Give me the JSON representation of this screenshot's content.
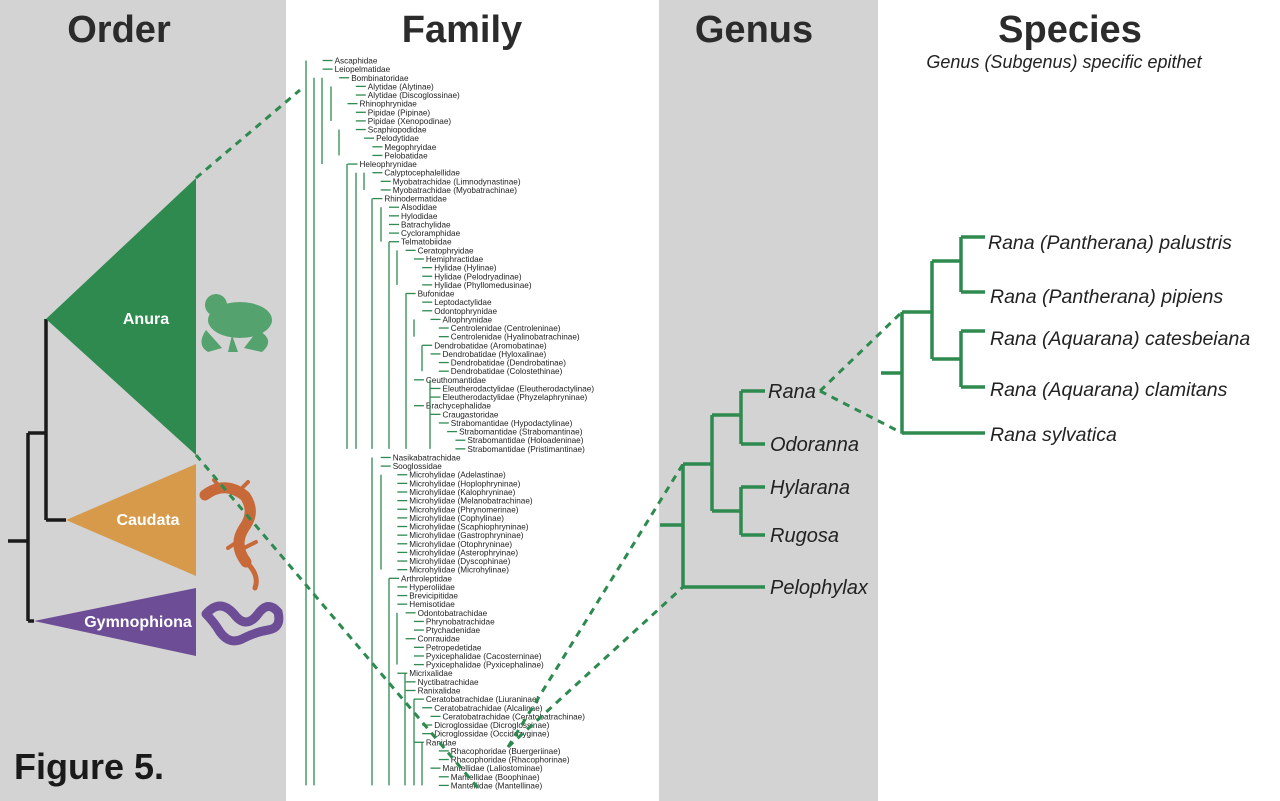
{
  "columns": {
    "order": "Order",
    "family": "Family",
    "genus": "Genus",
    "species": "Species",
    "species_subtitle": "Genus (Subgenus) specific epithet"
  },
  "orders": [
    {
      "name": "Anura",
      "color": "#2e8a4f"
    },
    {
      "name": "Caudata",
      "color": "#d69a4a"
    },
    {
      "name": "Gymnophiona",
      "color": "#6c4d96"
    }
  ],
  "families": [
    "Ascaphidae",
    "Leiopelmatidae",
    "Bombinatoridae",
    "Alytidae (Alytinae)",
    "Alytidae (Discoglossinae)",
    "Rhinophrynidae",
    "Pipidae (Pipinae)",
    "Pipidae (Xenopodinae)",
    "Scaphiopodidae",
    "Pelodytidae",
    "Megophryidae",
    "Pelobatidae",
    "Heleophrynidae",
    "Calyptocephalellidae",
    "Myobatrachidae (Limnodynastinae)",
    "Myobatrachidae (Myobatrachinae)",
    "Rhinodermatidae",
    "Alsodidae",
    "Hylodidae",
    "Batrachylidae",
    "Cycloramphidae",
    "Telmatobiidae",
    "Ceratophryidae",
    "Hemiphractidae",
    "Hylidae (Hylinae)",
    "Hylidae (Pelodryadinae)",
    "Hylidae (Phyllomedusinae)",
    "Bufonidae",
    "Leptodactylidae",
    "Odontophrynidae",
    "Allophrynidae",
    "Centrolenidae (Centroleninae)",
    "Centrolenidae (Hyalinobatrachinae)",
    "Dendrobatidae (Aromobatinae)",
    "Dendrobatidae (Hyloxalinae)",
    "Dendrobatidae (Dendrobatinae)",
    "Dendrobatidae (Colostethinae)",
    "Ceuthomantidae",
    "Eleutherodactylidae (Eleutherodactylinae)",
    "Eleutherodactylidae (Phyzelaphryninae)",
    "Brachycephalidae",
    "Craugastoridae",
    "Strabomantidae (Hypodactylinae)",
    "Strabomantidae (Strabomantinae)",
    "Strabomantidae (Holoadeninae)",
    "Strabomantidae (Pristimantinae)",
    "Nasikabatrachidae",
    "Sooglossidae",
    "Microhylidae (Adelastinae)",
    "Microhylidae (Hoplophryninae)",
    "Microhylidae (Kalophryninae)",
    "Microhylidae (Melanobatrachinae)",
    "Microhylidae (Phrynomerinae)",
    "Microhylidae (Cophylinae)",
    "Microhylidae (Scaphiophryninae)",
    "Microhylidae (Gastrophryninae)",
    "Microhylidae (Otophryninae)",
    "Microhylidae (Asterophryinae)",
    "Microhylidae (Dyscophinae)",
    "Microhylidae (Microhylinae)",
    "Arthroleptidae",
    "Hyperoliidae",
    "Brevicipitidae",
    "Hemisotidae",
    "Odontobatrachidae",
    "Phrynobatrachidae",
    "Ptychadenidae",
    "Conrauidae",
    "Petropedetidae",
    "Pyxicephalidae (Cacosterninae)",
    "Pyxicephalidae (Pyxicephalinae)",
    "Micrixalidae",
    "Nyctibatrachidae",
    "Ranixalidae",
    "Ceratobatrachidae (Liuraninae)",
    "Ceratobatrachidae (Alcalinae)",
    "Ceratobatrachidae (Ceratobatrachinae)",
    "Dicroglossidae (Dicroglossinae)",
    "Dicroglossidae (Occidozyginae)",
    "Ranidae",
    "Rhacophoridae (Buergeriinae)",
    "Rhacophoridae (Rhacophorinae)",
    "Mantellidae (Laliostominae)",
    "Mantellidae (Boophinae)",
    "Mantellidae (Mantellinae)"
  ],
  "genera": [
    "Rana",
    "Odoranna",
    "Hylarana",
    "Rugosa",
    "Pelophylax"
  ],
  "species": [
    "Rana (Pantherana) palustris",
    "Rana (Pantherana) pipiens",
    "Rana (Aquarana) catesbeiana",
    "Rana (Aquarana) clamitans",
    "Rana sylvatica"
  ],
  "figure_label": "Figure 5.",
  "colors": {
    "tree_green": "#2e8a4f",
    "panel_gray": "#d3d3d3",
    "tree_black": "#1a1a1a"
  }
}
